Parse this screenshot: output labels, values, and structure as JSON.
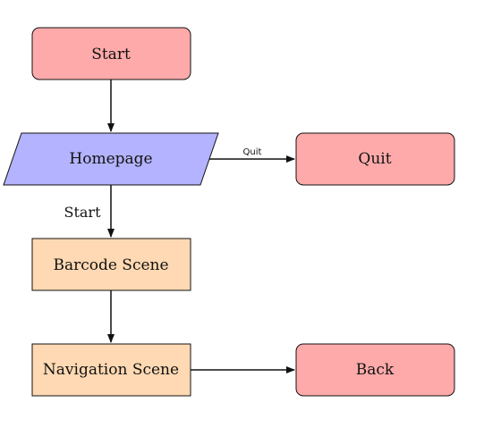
{
  "flowchart": {
    "nodes": {
      "start": {
        "label": "Start",
        "shape": "rounded-rect",
        "fill": "#ffaaaa"
      },
      "homepage": {
        "label": "Homepage",
        "shape": "parallelogram",
        "fill": "#b3b3ff"
      },
      "quit": {
        "label": "Quit",
        "shape": "rounded-rect",
        "fill": "#ffaaaa"
      },
      "barcode_scene": {
        "label": "Barcode Scene",
        "shape": "rect",
        "fill": "#ffd9b3"
      },
      "navigation_scene": {
        "label": "Navigation Scene",
        "shape": "rect",
        "fill": "#ffd9b3"
      },
      "back": {
        "label": "Back",
        "shape": "rounded-rect",
        "fill": "#ffaaaa"
      }
    },
    "edges": {
      "start_to_homepage": {
        "from": "Start",
        "to": "Homepage",
        "label": ""
      },
      "homepage_to_quit": {
        "from": "Homepage",
        "to": "Quit",
        "label": "Quit"
      },
      "homepage_to_barcode": {
        "from": "Homepage",
        "to": "Barcode Scene",
        "label": "Start"
      },
      "barcode_to_navigation": {
        "from": "Barcode Scene",
        "to": "Navigation Scene",
        "label": ""
      },
      "navigation_to_back": {
        "from": "Navigation Scene",
        "to": "Back",
        "label": ""
      }
    },
    "colors": {
      "stroke": "#111111",
      "terminal_fill": "#ffaaaa",
      "io_fill": "#b3b3ff",
      "process_fill": "#ffd9b3"
    }
  }
}
